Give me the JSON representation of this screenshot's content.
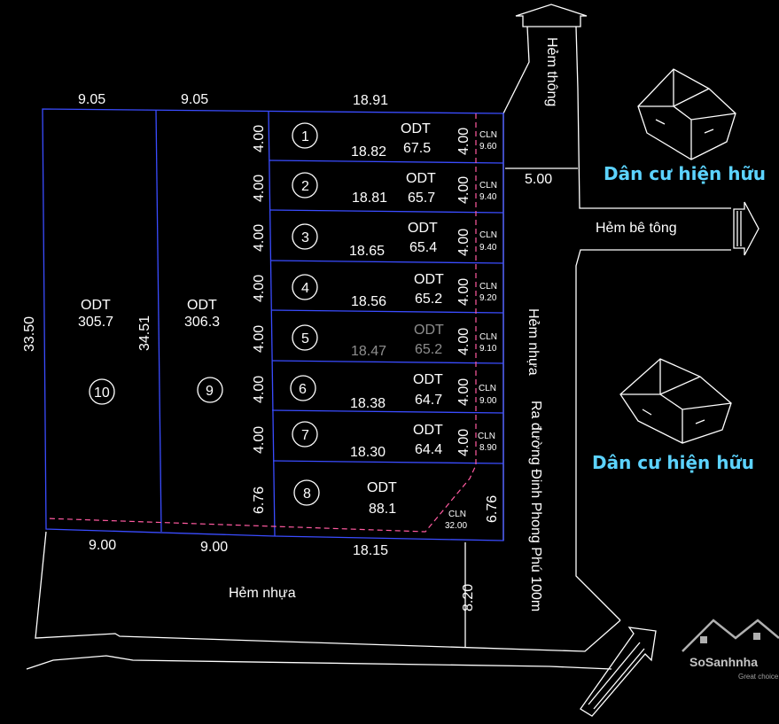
{
  "streets": {
    "hem_thong": "Hẻm thông",
    "hem_be_tong": "Hẻm bê tông",
    "hem_nhua_right": "Hẻm nhựa",
    "ra_duong": "Ra đường Đinh Phong Phú 100m",
    "hem_nhua_bottom": "Hẻm nhựa"
  },
  "neighbors": {
    "top": "Dân cư hiện hữu",
    "bottom": "Dân cư hiện hữu"
  },
  "dimensions": {
    "top_1": "9.05",
    "top_2": "9.05",
    "top_3": "18.91",
    "bottom_1": "9.00",
    "bottom_2": "9.00",
    "bottom_3": "18.15",
    "left": "33.50",
    "mid": "34.51",
    "right_gap": "5.00",
    "vertical_bottom": "8.20",
    "lot8_right": "6.76"
  },
  "big_lots": [
    {
      "num": "10",
      "type": "ODT",
      "area": "305.7"
    },
    {
      "num": "9",
      "type": "ODT",
      "area": "306.3"
    }
  ],
  "lots": [
    {
      "num": "1",
      "width": "4.00",
      "depth": "18.82",
      "type": "ODT",
      "area": "67.5",
      "cln_w": "4.00",
      "cln": "CLN",
      "cln_area": "9.60"
    },
    {
      "num": "2",
      "width": "4.00",
      "depth": "18.81",
      "type": "ODT",
      "area": "65.7",
      "cln_w": "4.00",
      "cln": "CLN",
      "cln_area": "9.40"
    },
    {
      "num": "3",
      "width": "4.00",
      "depth": "18.65",
      "type": "ODT",
      "area": "65.4",
      "cln_w": "4.00",
      "cln": "CLN",
      "cln_area": "9.40"
    },
    {
      "num": "4",
      "width": "4.00",
      "depth": "18.56",
      "type": "ODT",
      "area": "65.2",
      "cln_w": "4.00",
      "cln": "CLN",
      "cln_area": "9.20"
    },
    {
      "num": "5",
      "width": "4.00",
      "depth": "18.47",
      "type": "ODT",
      "area": "65.2",
      "cln_w": "4.00",
      "cln": "CLN",
      "cln_area": "9.10"
    },
    {
      "num": "6",
      "width": "4.00",
      "depth": "18.38",
      "type": "ODT",
      "area": "64.7",
      "cln_w": "4.00",
      "cln": "CLN",
      "cln_area": "9.00"
    },
    {
      "num": "7",
      "width": "4.00",
      "depth": "18.30",
      "type": "ODT",
      "area": "64.4",
      "cln_w": "4.00",
      "cln": "CLN",
      "cln_area": "8.90"
    }
  ],
  "lot8": {
    "num": "8",
    "width": "6.76",
    "type": "ODT",
    "area": "88.1",
    "cln": "CLN",
    "cln_area": "32.00"
  },
  "watermark": {
    "brand": "SoSanhnha",
    "slogan": "Great choice"
  },
  "colors": {
    "lot_border": "#3a4cff",
    "cln_boundary": "#ff5aa0",
    "neighbor_text": "#5cd3ff"
  }
}
